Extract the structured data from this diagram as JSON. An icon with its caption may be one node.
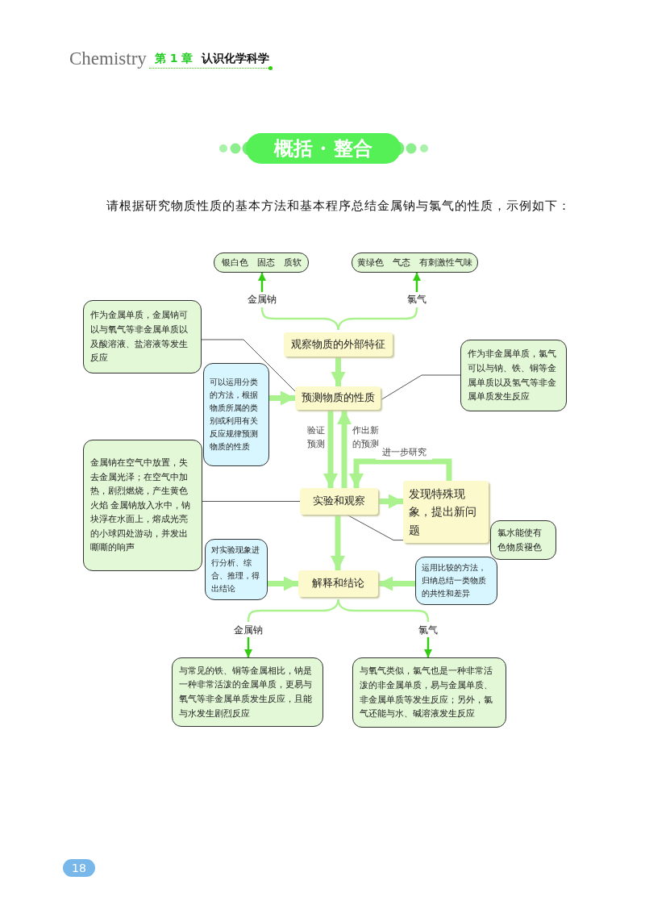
{
  "diagram": {
    "title": "概括 · 整合",
    "nodes": [
      {
        "text": [
          "银白色　固态　质软"
        ]
      },
      {
        "text": [
          "黄绿色　气态　有刺激性气味"
        ]
      },
      {
        "text": [
          "金属钠"
        ]
      },
      {
        "text": [
          "氯气"
        ]
      },
      {
        "text": [
          "观察物质的外部特征"
        ]
      },
      {
        "text": [
          "作为金属单质，金属钠可以与氧气等非金属单质以及酸溶液、盐溶液等发生反应"
        ]
      },
      {
        "text": [
          "作为非金属单质，氯气可以与钠、铁、铜等金属单质以及氢气等非金属单质发生反应"
        ]
      },
      {
        "text": [
          "可以运用分类的方法，根据物质所属的类别或利用有关反应规律预测物质的性质"
        ]
      },
      {
        "text": [
          "预测物质的性质"
        ]
      },
      {
        "text": [
          "金属钠在空气中放置，失去金属光泽；在空气中加热，剧烈燃烧，产生黄色火焰 金属钠放入水中，钠块浮在水面上，熔成光亮的小球四处游动，并发出嘶嘶的响声"
        ]
      },
      {
        "text": [
          "实验和观察"
        ]
      },
      {
        "text": [
          "发现特殊现象，提出新问题"
        ]
      },
      {
        "text": [
          "氯水能使有色物质褪色"
        ]
      },
      {
        "text": [
          "对实验现象进行分析、综合、推理，得出结论"
        ]
      },
      {
        "text": [
          "解释和结论"
        ]
      },
      {
        "text": [
          "运用比较的方法，归纳总结一类物质的共性和差异"
        ]
      },
      {
        "text": [
          "金属钠"
        ]
      },
      {
        "text": [
          "氯气"
        ]
      },
      {
        "text": [
          "与常见的铁、铜等金属相比，钠是一种非常活泼的金属单质，更易与氧气等非金属单质发生反应，且能与水发生剧烈反应"
        ]
      },
      {
        "text": [
          "与氧气类似，氯气也是一种非常活泼的非金属单质，易与金属单质、非金属单质等发生反应；另外，氯气还能与水、碱溶液发生反应"
        ]
      }
    ],
    "edges": [
      {
        "from": 2,
        "to": 0,
        "arrow": "to",
        "color": "#33cc11"
      },
      {
        "from": 3,
        "to": 1,
        "arrow": "to",
        "color": "#33cc11"
      },
      {
        "from": 4,
        "to": 2,
        "arrow": "none"
      },
      {
        "from": 4,
        "to": 3,
        "arrow": "none"
      },
      {
        "from": 4,
        "to": 8,
        "arrow": "to",
        "style": "thick"
      },
      {
        "from": 5,
        "to": 8,
        "arrow": "none",
        "color": "#555555"
      },
      {
        "from": 6,
        "to": 8,
        "arrow": "none",
        "color": "#555555"
      },
      {
        "from": 7,
        "to": 8,
        "arrow": "to",
        "style": "thick"
      },
      {
        "from": 8,
        "to": 10,
        "arrow": "to",
        "style": "thick",
        "label": "验证预测"
      },
      {
        "from": 10,
        "to": 8,
        "arrow": "to",
        "style": "thick",
        "label": "作出新的预测"
      },
      {
        "from": 11,
        "to": 10,
        "arrow": "to",
        "style": "thick",
        "label": "进一步研究"
      },
      {
        "from": 10,
        "to": 11,
        "arrow": "to",
        "style": "thick"
      },
      {
        "from": 9,
        "to": 10,
        "arrow": "none",
        "color": "#555555"
      },
      {
        "from": 10,
        "to": 12,
        "arrow": "none",
        "color": "#555555"
      },
      {
        "from": 10,
        "to": 14,
        "arrow": "to",
        "style": "thick"
      },
      {
        "from": 13,
        "to": 14,
        "arrow": "to",
        "style": "thick"
      },
      {
        "from": 15,
        "to": 14,
        "arrow": "to",
        "style": "thick"
      },
      {
        "from": 14,
        "to": 16,
        "arrow": "none"
      },
      {
        "from": 14,
        "to": 17,
        "arrow": "none"
      },
      {
        "from": 16,
        "to": 18,
        "arrow": "to",
        "color": "#33cc11"
      },
      {
        "from": 17,
        "to": 19,
        "arrow": "to",
        "color": "#33cc11"
      }
    ],
    "labels": [
      "Chemistry",
      "第 1 章",
      "认识化学科学",
      "请根据研究物质性质的基本方法和基本程序总结金属钠与氯气的性质，示例如下：",
      "18"
    ]
  }
}
